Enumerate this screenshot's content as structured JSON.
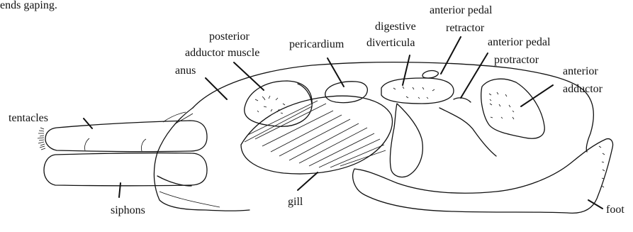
{
  "caption_fragment": "ends gaping.",
  "labels": {
    "tentacles": "tentacles",
    "siphons": "siphons",
    "anus": "anus",
    "posterior_adductor_line1": "posterior",
    "posterior_adductor_line2": "adductor muscle",
    "pericardium": "pericardium",
    "digestive_line1": "digestive",
    "digestive_line2": "diverticula",
    "anterior_pedal_retractor_line1": "anterior pedal",
    "anterior_pedal_retractor_line2": "retractor",
    "anterior_pedal_protractor_line1": "anterior pedal",
    "anterior_pedal_protractor_line2": "protractor",
    "anterior_adductor_line1": "anterior",
    "anterior_adductor_line2": "adductor",
    "gill": "gill",
    "foot": "foot"
  }
}
